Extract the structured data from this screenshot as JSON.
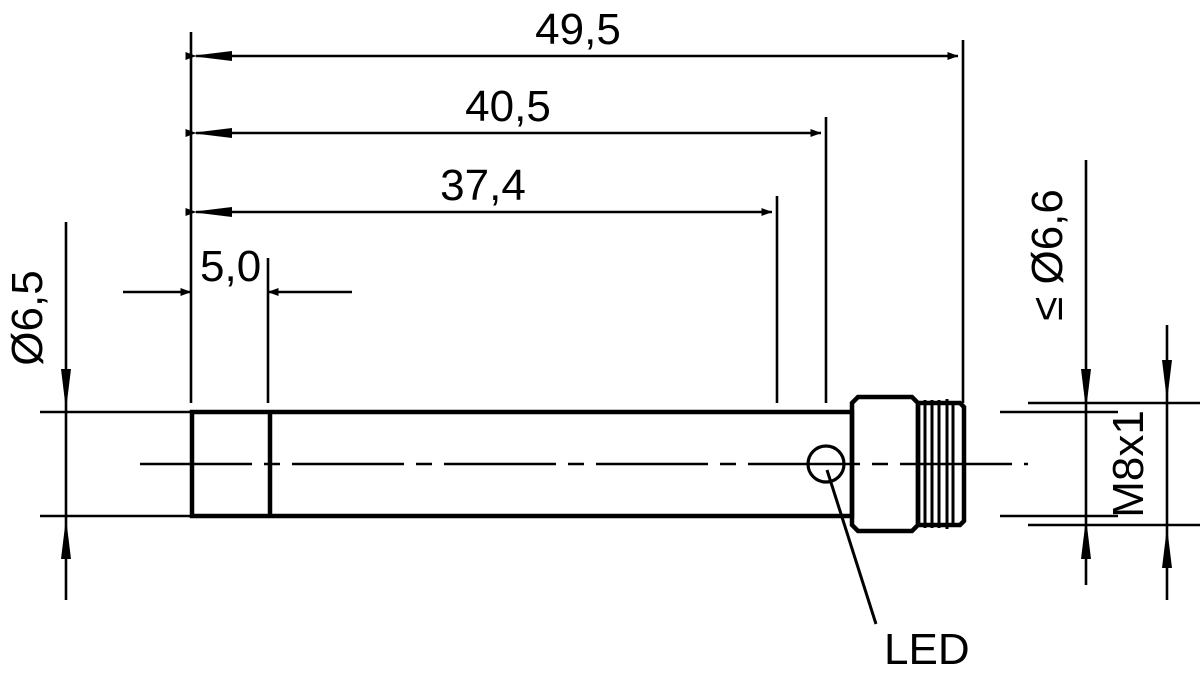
{
  "drawing": {
    "title": "Inductive sensor dimensional drawing",
    "units": "mm",
    "line_color": "#000000",
    "background": "#ffffff",
    "dimensions": {
      "overall_length": "49,5",
      "length_to_shoulder": "40,5",
      "length_to_body_end": "37,4",
      "face_segment": "5,0",
      "barrel_diameter": "Ø6,5",
      "connector_max_diameter": "≤ Ø6,6",
      "thread": "M8x1"
    },
    "callouts": {
      "led": "LED"
    }
  }
}
